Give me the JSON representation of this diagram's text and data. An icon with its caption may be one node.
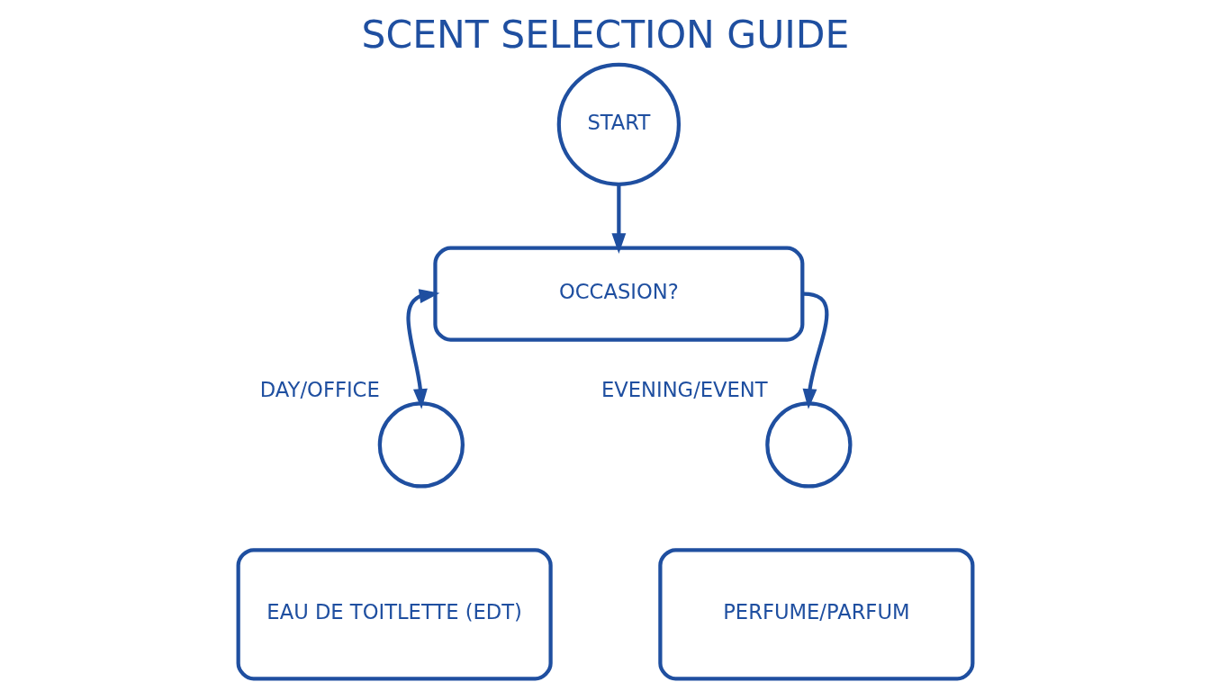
{
  "diagram": {
    "title": "SCENT SELECTION GUIDE",
    "nodes": [
      {
        "text": [
          "START"
        ]
      },
      {
        "text": [
          "OCCASION?"
        ]
      },
      {
        "text": [],
        "shape": "circle",
        "beside": [
          "DAY/OFFICE"
        ]
      },
      {
        "text": [],
        "shape": "circle",
        "beside": [
          "EVENING/EVENT"
        ]
      },
      {
        "text": [
          "EAU DE TOITLETTE (EDT)"
        ]
      },
      {
        "text": [
          "PERFUME/PARFUM"
        ]
      }
    ],
    "edges": [
      {
        "from": 0,
        "to": 1,
        "arrow": "to"
      },
      {
        "from": 1,
        "to": 2,
        "arrow": "both"
      },
      {
        "from": 1,
        "to": 3,
        "arrow": "to"
      }
    ]
  }
}
